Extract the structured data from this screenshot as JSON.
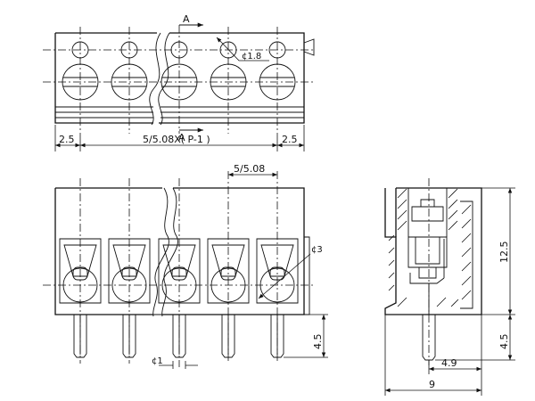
{
  "labels": {
    "section_marker_top": "A",
    "section_marker_bottom": "A",
    "hole_diameter": "¢1.8",
    "left_margin": "2.5",
    "overall_pitch": "5/5.08X( P-1 )",
    "right_margin": "2.5",
    "pitch": "5/5.08",
    "screw_diameter": "¢3",
    "pin_diameter": "¢1",
    "pin_length_front": "4.5",
    "body_height": "12.5",
    "pin_length_side": "4.5",
    "pin_offset": "4.9",
    "body_depth": "9"
  }
}
